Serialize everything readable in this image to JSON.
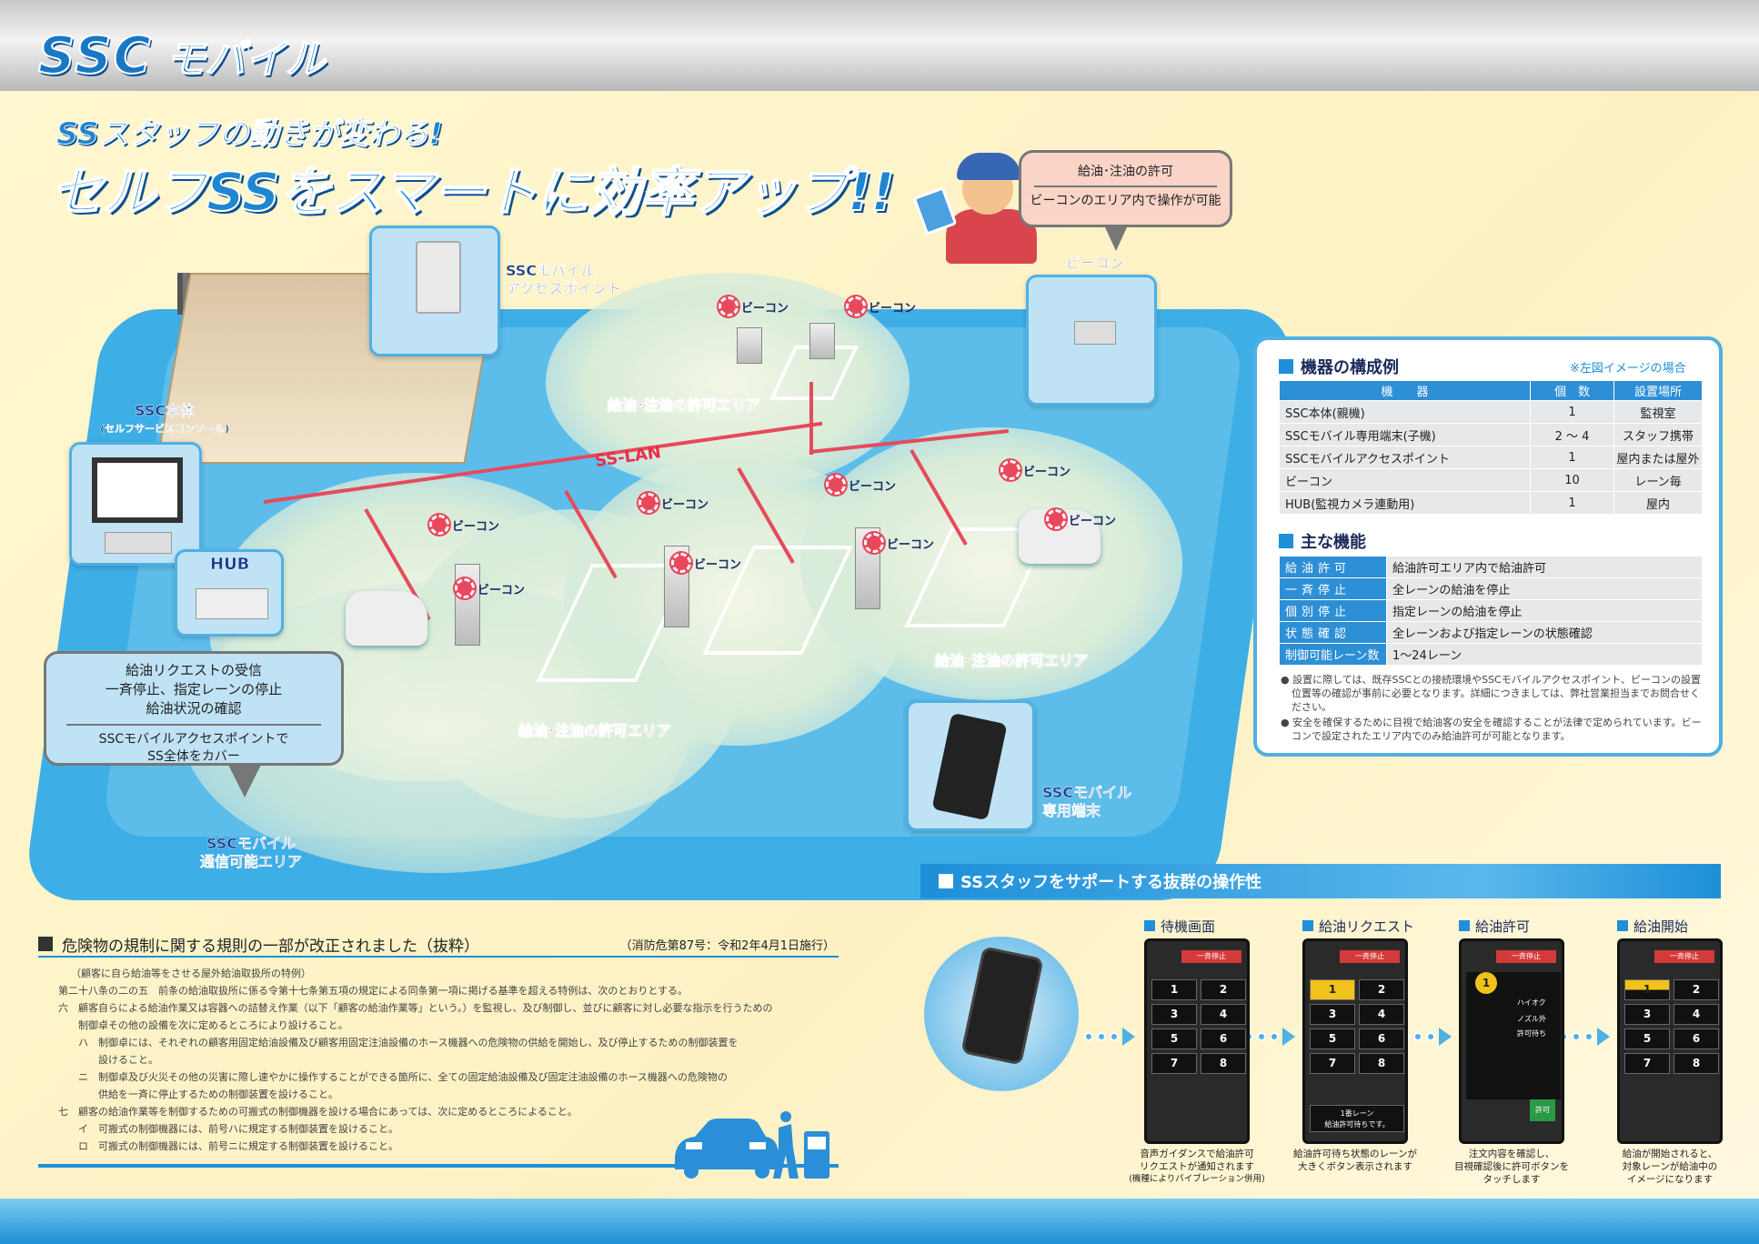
{
  "header": {
    "logo_main": "SSC",
    "logo_sub": "モバイル"
  },
  "tagline": {
    "line1": "SSスタッフの動きが変わる!",
    "line2": "セルフSSをスマートに効率アップ!!"
  },
  "diagram": {
    "access_point_label": [
      "SSCモバイル",
      "アクセスポイント"
    ],
    "main_unit_label": "SSC本体",
    "main_unit_sub": "(セルフサービスコンソール)",
    "hub_label": "HUB",
    "beacon_title": "ビーコン",
    "beacon_tag": "ビーコン",
    "lan_label": "SS-LAN",
    "area_label": "給油･注油の許可エリア",
    "terminal_label": [
      "SSCモバイル",
      "専用端末"
    ],
    "comm_area_label": [
      "SSCモバイル",
      "通信可能エリア"
    ],
    "bubble_left": {
      "lines": [
        "給油リクエストの受信",
        "一斉停止、指定レーンの停止",
        "給油状況の確認"
      ],
      "sub": [
        "SSCモバイルアクセスポイントで",
        "SS全体をカバー"
      ]
    },
    "bubble_right": {
      "line1": "給油･注油の許可",
      "line2": "ビーコンのエリア内で操作が可能"
    }
  },
  "equipment": {
    "title": "機器の構成例",
    "note": "※左図イメージの場合",
    "headers": [
      "機　　器",
      "個　数",
      "設置場所"
    ],
    "rows": [
      [
        "SSC本体(親機)",
        "1",
        "監視室"
      ],
      [
        "SSCモバイル専用端末(子機)",
        "2 ～ 4",
        "スタッフ携帯"
      ],
      [
        "SSCモバイルアクセスポイント",
        "1",
        "屋内または屋外"
      ],
      [
        "ビーコン",
        "10",
        "レーン毎"
      ],
      [
        "HUB(監視カメラ連動用)",
        "1",
        "屋内"
      ]
    ]
  },
  "functions": {
    "title": "主な機能",
    "rows": [
      [
        "給油許可",
        "給油許可エリア内で給油許可"
      ],
      [
        "一斉停止",
        "全レーンの給油を停止"
      ],
      [
        "個別停止",
        "指定レーンの給油を停止"
      ],
      [
        "状態確認",
        "全レーンおよび指定レーンの状態確認"
      ],
      [
        "制御可能レーン数",
        "1～24レーン"
      ]
    ],
    "notes": [
      "設置に際しては、既存SSCとの接続環境やSSCモバイルアクセスポイント、ビーコンの設置位置等の確認が事前に必要となります。詳細につきましては、弊社営業担当までお問合せください。",
      "安全を確保するために目視で給油客の安全を確認することが法律で定められています。ビーコンで設定されたエリア内でのみ給油許可が可能となります。"
    ]
  },
  "support": {
    "title": "SSスタッフをサポートする抜群の操作性",
    "stop_button": "一斉停止",
    "steps": [
      {
        "title": "待機画面",
        "caption": [
          "音声ガイダンスで給油許可",
          "リクエストが通知されます",
          "(機種によりバイブレーション併用)"
        ]
      },
      {
        "title": "給油リクエスト",
        "caption": [
          "給油許可待ち状態のレーンが",
          "大きくボタン表示されます"
        ],
        "message": [
          "1番レーン",
          "給油許可待ちです。"
        ]
      },
      {
        "title": "給油許可",
        "caption": [
          "注文内容を確認し、",
          "目視確認後に許可ボタンを",
          "タッチします"
        ],
        "options": [
          "ハイオク",
          "ノズル外",
          "許可待ち"
        ],
        "ok": "許可"
      },
      {
        "title": "給油開始",
        "caption": [
          "給油が開始されると、",
          "対象レーンが給油中の",
          "イメージになります"
        ]
      }
    ],
    "buttons": [
      "1",
      "2",
      "3",
      "4",
      "5",
      "6",
      "7",
      "8"
    ]
  },
  "regulation": {
    "title": "危険物の規制に関する規則の一部が改正されました（抜粋）",
    "ref": "（消防危第87号：令和2年4月1日施行）",
    "lines": [
      "（顧客に自ら給油等をさせる屋外給油取扱所の特例）",
      "第二十八条の二の五　前条の給油取扱所に係る令第十七条第五項の規定による同条第一項に掲げる基準を超える特例は、次のとおりとする。",
      "六　顧客自らによる給油作業又は容器への詰替え作業（以下「顧客の給油作業等」という。）を監視し、及び制御し、並びに顧客に対し必要な指示を行うための",
      "　　制御卓その他の設備を次に定めるところにより設けること。",
      "　　ハ　制御卓には、それぞれの顧客用固定給油設備及び顧客用固定注油設備のホース機器への危険物の供給を開始し、及び停止するための制御装置を",
      "　　　　設けること。",
      "　　ニ　制御卓及び火災その他の災害に際し速やかに操作することができる箇所に、全ての固定給油設備及び固定注油設備のホース機器への危険物の",
      "　　　　供給を一斉に停止するための制御装置を設けること。",
      "七　顧客の給油作業等を制御するための可搬式の制御機器を設ける場合にあっては、次に定めるところによること。",
      "　　イ　可搬式の制御機器には、前号ハに規定する制御装置を設けること。",
      "　　ロ　可搬式の制御機器には、前号ニに規定する制御装置を設けること。"
    ]
  },
  "colors": {
    "accent": "#1e8fd8",
    "alert": "#e8304a",
    "panel_header": "#2d8fd6"
  }
}
